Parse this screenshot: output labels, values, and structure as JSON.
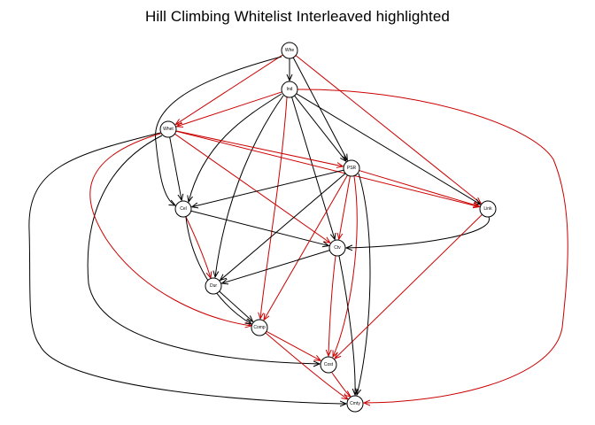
{
  "title": "Hill Climbing Whitelist Interleaved highlighted",
  "colors": {
    "normal": "#000000",
    "highlighted": "#cc0000"
  },
  "nodes": [
    {
      "id": "Whe",
      "label": "Whe"
    },
    {
      "id": "Ind",
      "label": "Ind"
    },
    {
      "id": "Whet",
      "label": "Whet"
    },
    {
      "id": "PSR",
      "label": "PSR"
    },
    {
      "id": "Cel",
      "label": "Cel"
    },
    {
      "id": "Link",
      "label": "Link"
    },
    {
      "id": "Ctv",
      "label": "Ctv"
    },
    {
      "id": "Dur",
      "label": "Dur"
    },
    {
      "id": "Comp",
      "label": "Comp"
    },
    {
      "id": "Cost",
      "label": "Cost"
    },
    {
      "id": "Cmty",
      "label": "Cmty"
    }
  ],
  "edges": [
    {
      "from": "Whe",
      "to": "Ind",
      "highlighted": false
    },
    {
      "from": "Whe",
      "to": "Whet",
      "highlighted": true
    },
    {
      "from": "Whe",
      "to": "PSR",
      "highlighted": false
    },
    {
      "from": "Whe",
      "to": "Link",
      "highlighted": true
    },
    {
      "from": "Whe",
      "to": "Cel",
      "highlighted": false
    },
    {
      "from": "Ind",
      "to": "Whet",
      "highlighted": true
    },
    {
      "from": "Ind",
      "to": "Cel",
      "highlighted": false
    },
    {
      "from": "Ind",
      "to": "PSR",
      "highlighted": false
    },
    {
      "from": "Ind",
      "to": "Link",
      "highlighted": false
    },
    {
      "from": "Ind",
      "to": "Ctv",
      "highlighted": false
    },
    {
      "from": "Ind",
      "to": "Dur",
      "highlighted": false
    },
    {
      "from": "Ind",
      "to": "Comp",
      "highlighted": true
    },
    {
      "from": "Whet",
      "to": "Cel",
      "highlighted": false
    },
    {
      "from": "Whet",
      "to": "PSR",
      "highlighted": true
    },
    {
      "from": "Whet",
      "to": "Link",
      "highlighted": true
    },
    {
      "from": "Whet",
      "to": "Ctv",
      "highlighted": true
    },
    {
      "from": "Whet",
      "to": "Cost",
      "highlighted": false
    },
    {
      "from": "Whet",
      "to": "Cmty",
      "highlighted": false
    },
    {
      "from": "Whet",
      "to": "Comp",
      "highlighted": true
    },
    {
      "from": "Cel",
      "to": "Ctv",
      "highlighted": false
    },
    {
      "from": "Cel",
      "to": "Dur",
      "highlighted": true
    },
    {
      "from": "Cel",
      "to": "Comp",
      "highlighted": false
    },
    {
      "from": "PSR",
      "to": "Cel",
      "highlighted": false
    },
    {
      "from": "PSR",
      "to": "Link",
      "highlighted": true
    },
    {
      "from": "PSR",
      "to": "Ctv",
      "highlighted": true
    },
    {
      "from": "PSR",
      "to": "Dur",
      "highlighted": false
    },
    {
      "from": "PSR",
      "to": "Cost",
      "highlighted": true
    },
    {
      "from": "PSR",
      "to": "Cmty",
      "highlighted": false
    },
    {
      "from": "PSR",
      "to": "Comp",
      "highlighted": true
    },
    {
      "from": "Link",
      "to": "Ctv",
      "highlighted": false
    },
    {
      "from": "Link",
      "to": "Cost",
      "highlighted": true
    },
    {
      "from": "Ctv",
      "to": "Dur",
      "highlighted": false
    },
    {
      "from": "Ctv",
      "to": "Cost",
      "highlighted": true
    },
    {
      "from": "Ctv",
      "to": "Cmty",
      "highlighted": false
    },
    {
      "from": "Dur",
      "to": "Comp",
      "highlighted": false
    },
    {
      "from": "Comp",
      "to": "Cost",
      "highlighted": true
    },
    {
      "from": "Comp",
      "to": "Cmty",
      "highlighted": true
    },
    {
      "from": "Cost",
      "to": "Cmty",
      "highlighted": true
    },
    {
      "from": "Ind",
      "to": "Cmty",
      "highlighted": true
    }
  ]
}
